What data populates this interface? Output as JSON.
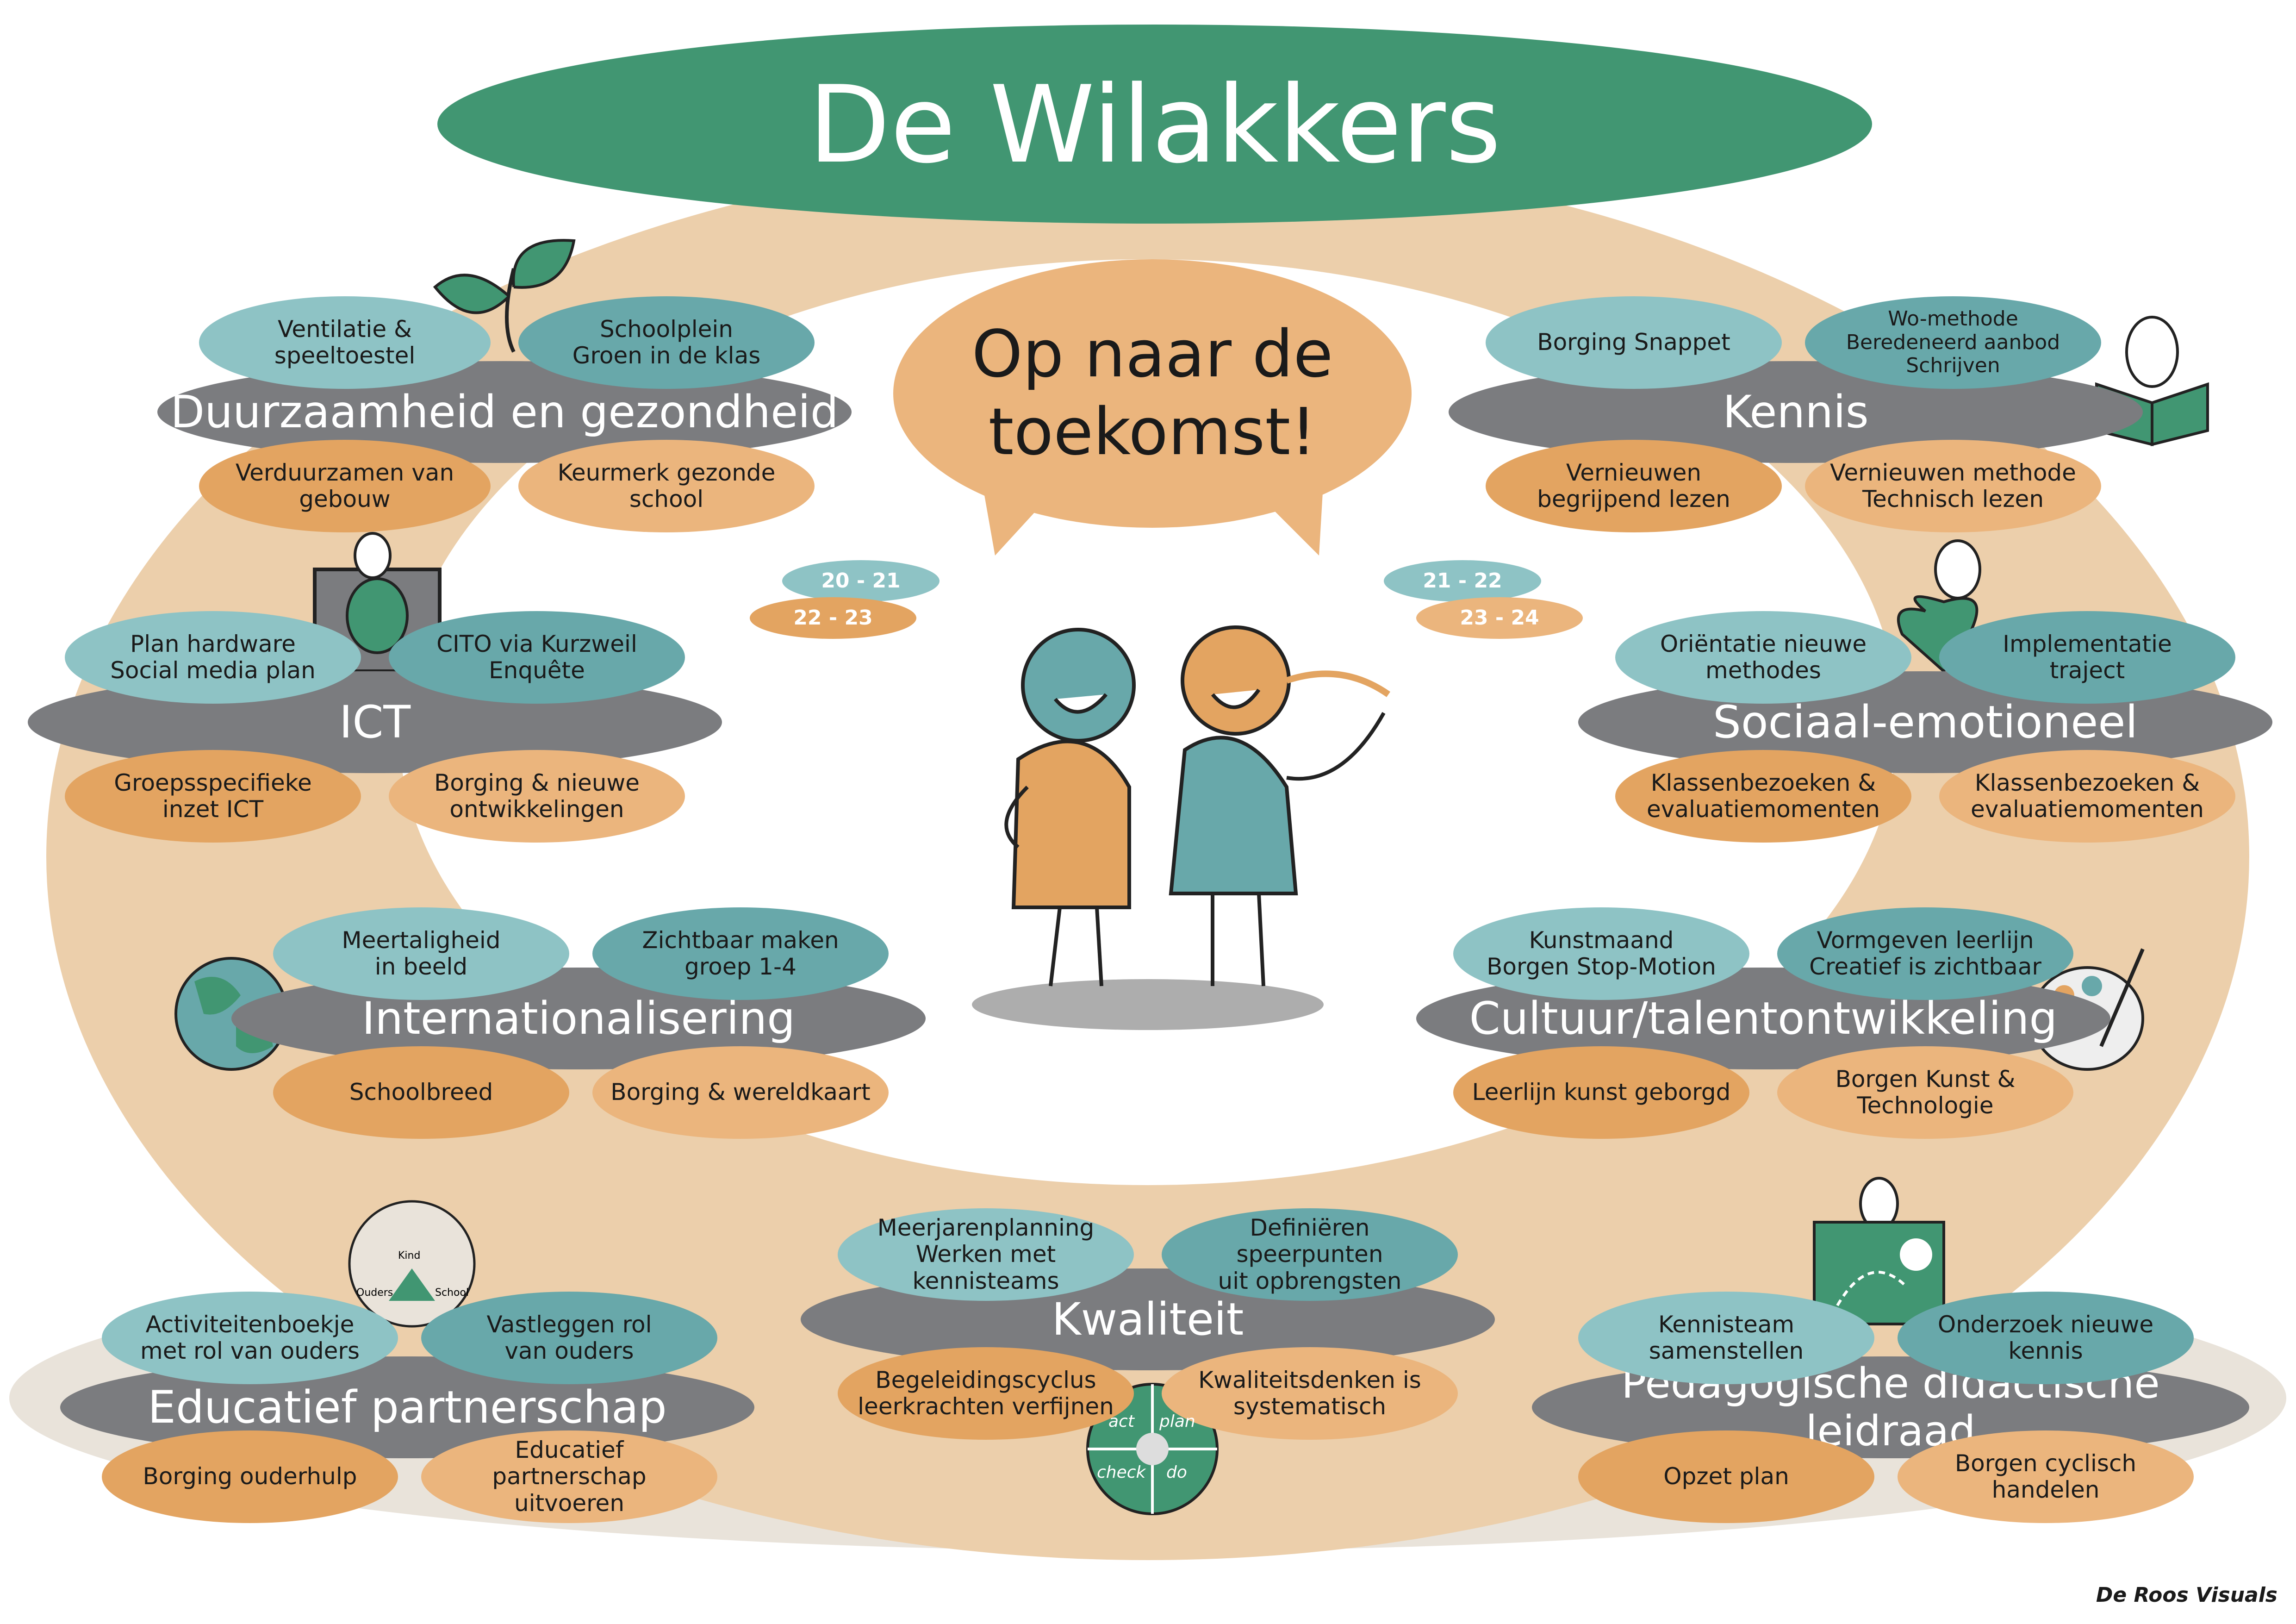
{
  "title": "De Wilakkers",
  "speech": "Op naar de\ntoekomst!",
  "years": [
    "20 - 21",
    "22 - 23",
    "21 - 22",
    "23 - 24"
  ],
  "credit": "De Roos Visuals",
  "colors": {
    "green": "#419672",
    "ring": "#eccfab",
    "grey": "#7b7c7f",
    "teal_light": "#8ec3c5",
    "teal": "#68a8aa",
    "orange": "#e3a461",
    "orange_light": "#ebb57d"
  },
  "topics": {
    "duurzaamheid": {
      "title": "Duurzaamheid en gezondheid",
      "tl": "Ventilatie &\nspeeltoestel",
      "tr": "Schoolplein\nGroen in de klas",
      "bl": "Verduurzamen van\ngebouw",
      "br": "Keurmerk gezonde school"
    },
    "kennis": {
      "title": "Kennis",
      "tl": "Borging Snappet",
      "tr": "Wo-methode\nBeredeneerd aanbod\nSchrijven",
      "bl": "Vernieuwen\nbegrijpend lezen",
      "br": "Vernieuwen methode\nTechnisch lezen"
    },
    "ict": {
      "title": "ICT",
      "tl": "Plan hardware\nSocial media plan",
      "tr": "CITO via Kurzweil\nEnquête",
      "bl": "Groepsspecifieke\ninzet ICT",
      "br": "Borging & nieuwe\nontwikkelingen"
    },
    "sociaal": {
      "title": "Sociaal-emotioneel",
      "tl": "Oriëntatie nieuwe\nmethodes",
      "tr": "Implementatie\ntraject",
      "bl": "Klassenbezoeken &\nevaluatiemomenten",
      "br": "Klassenbezoeken &\nevaluatiemomenten"
    },
    "internationalisering": {
      "title": "Internationalisering",
      "tl": "Meertaligheid\nin beeld",
      "tr": "Zichtbaar maken\ngroep 1-4",
      "bl": "Schoolbreed",
      "br": "Borging & wereldkaart"
    },
    "cultuur": {
      "title": "Cultuur/talentontwikkeling",
      "tl": "Kunstmaand\nBorgen Stop-Motion",
      "tr": "Vormgeven leerlijn\nCreatief is zichtbaar",
      "bl": "Leerlijn kunst geborgd",
      "br": "Borgen Kunst &\nTechnologie"
    },
    "kwaliteit": {
      "title": "Kwaliteit",
      "tl": "Meerjarenplanning\nWerken met kennisteams",
      "tr": "Definiëren speerpunten\nuit opbrengsten",
      "bl": "Begeleidingscyclus\nleerkrachten verfijnen",
      "br": "Kwaliteitsdenken is\nsystematisch"
    },
    "educatief": {
      "title": "Educatief partnerschap",
      "tl": "Activiteitenboekje\nmet rol van ouders",
      "tr": "Vastleggen rol\nvan ouders",
      "bl": "Borging ouderhulp",
      "br": "Educatief partnerschap\nuitvoeren"
    },
    "pedagogisch": {
      "title": "Pedagogische didactische leidraad",
      "tl": "Kennisteam\nsamenstellen",
      "tr": "Onderzoek nieuwe\nkennis",
      "bl": "Opzet plan",
      "br": "Borgen cyclisch handelen"
    }
  },
  "icons": {
    "triangle": {
      "top": "Kind",
      "left": "Ouders",
      "right": "School"
    },
    "pdca": {
      "act": "act",
      "plan": "plan",
      "check": "check",
      "do": "do"
    }
  }
}
